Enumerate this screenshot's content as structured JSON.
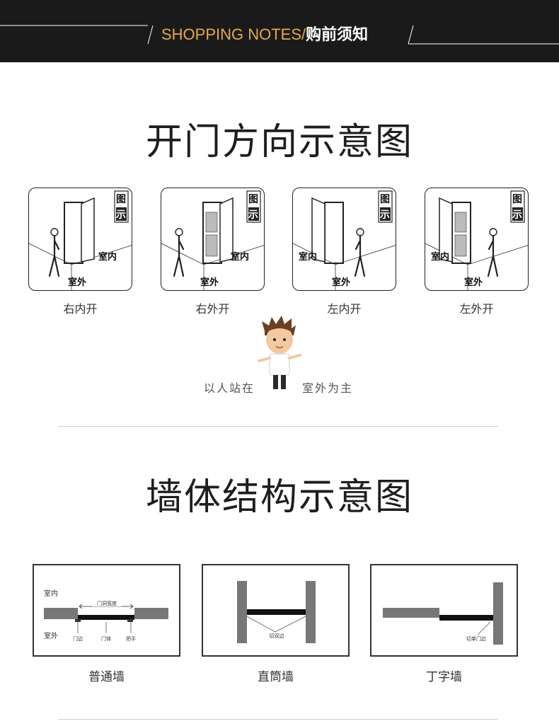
{
  "header": {
    "title_en": "SHOPPING NOTES/",
    "title_zh": "购前须知"
  },
  "door_section": {
    "title": "开门方向示意图",
    "cards": [
      {
        "badge_1": "图",
        "badge_2": "示",
        "indoor": "室内",
        "outdoor": "室外",
        "label": "右内开"
      },
      {
        "badge_1": "图",
        "badge_2": "示",
        "indoor": "室内",
        "outdoor": "室外",
        "label": "右外开"
      },
      {
        "badge_1": "图",
        "badge_2": "示",
        "indoor": "室内",
        "outdoor": "室外",
        "label": "左内开"
      },
      {
        "badge_1": "图",
        "badge_2": "示",
        "indoor": "室内",
        "outdoor": "室外",
        "label": "左外开"
      }
    ],
    "hint_left": "以人站在",
    "hint_right": "室外为主"
  },
  "wall_section": {
    "title": "墙体结构示意图",
    "cards": [
      {
        "label": "普通墙",
        "indoor": "室内",
        "outdoor": "室外",
        "width_note": "门洞宽度",
        "frame": "门边",
        "body": "门体",
        "handle": "把手"
      },
      {
        "label": "直筒墙",
        "note": "切双边"
      },
      {
        "label": "丁字墙",
        "note": "切单门边"
      }
    ]
  },
  "colors": {
    "header_bg": "#1a1a1a",
    "accent": "#e6a84f",
    "wall": "#777777"
  }
}
